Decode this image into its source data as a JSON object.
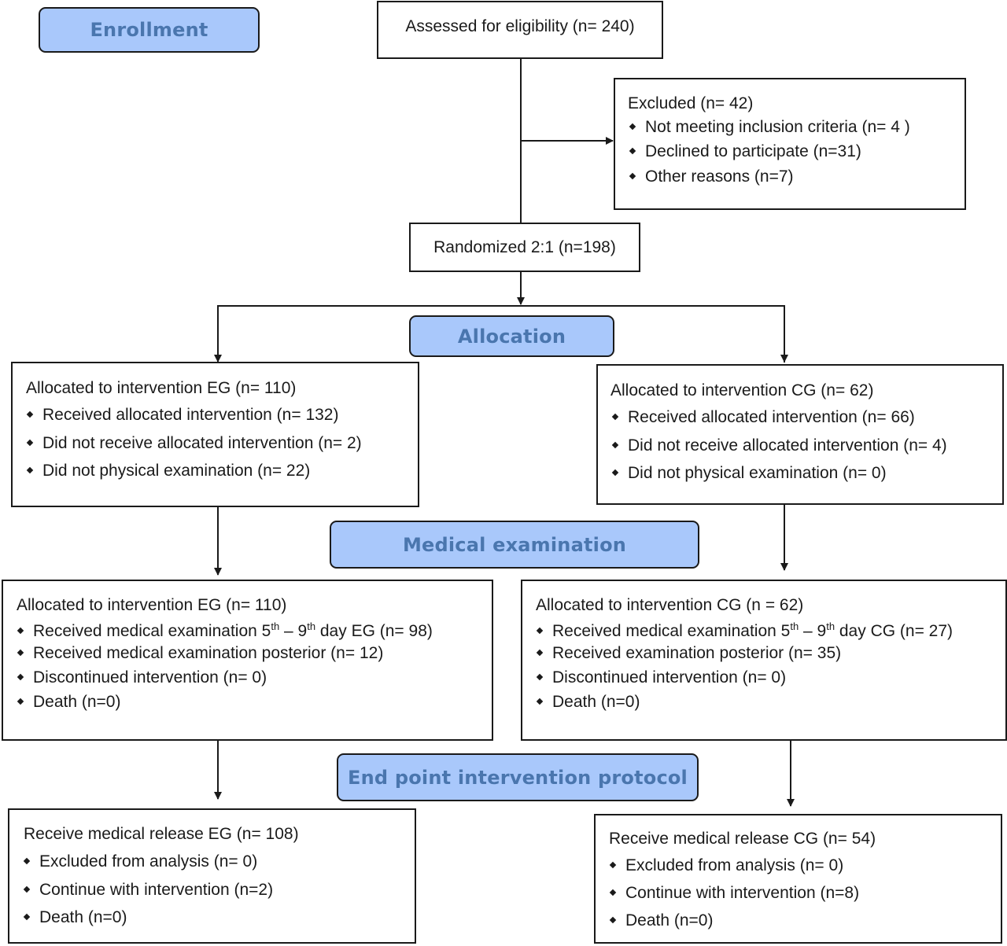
{
  "colors": {
    "stage_fill": "#a9c8fb",
    "stage_text": "#4a76ae",
    "line": "#1a1a1a"
  },
  "stages": {
    "enrollment": "Enrollment",
    "allocation": "Allocation",
    "medical_examination": "Medical examination",
    "end_point": "End point intervention protocol"
  },
  "assessed": "Assessed for eligibility (n= 240)",
  "excluded": {
    "title": "Excluded (n= 42)",
    "items": [
      "Not meeting inclusion criteria (n= 4 )",
      "Declined to participate (n=31)",
      "Other reasons (n=7)"
    ]
  },
  "randomized": "Randomized 2:1 (n=198)",
  "allocation_eg": {
    "title": "Allocated to intervention EG (n= 110)",
    "items": [
      "Received allocated intervention (n= 132)",
      "Did not receive allocated intervention (n= 2)",
      "Did not physical examination (n= 22)"
    ]
  },
  "allocation_cg": {
    "title": "Allocated to intervention CG (n= 62)",
    "items": [
      "Received allocated intervention (n= 66)",
      "Did not receive allocated intervention (n= 4)",
      "Did not physical examination (n= 0)"
    ]
  },
  "medical_eg": {
    "title": "Allocated to intervention EG (n= 110)",
    "item1": {
      "pre": "Received medical examination 5",
      "sup1": "th",
      "mid": " – 9",
      "sup2": "th",
      "post": " day EG (n= 98)"
    },
    "items": [
      "Received medical examination posterior (n= 12)",
      "Discontinued intervention (n= 0)",
      "Death (n=0)"
    ]
  },
  "medical_cg": {
    "title": "Allocated to intervention CG (n = 62)",
    "item1": {
      "pre": "Received medical examination 5",
      "sup1": "th",
      "mid": " – 9",
      "sup2": "th",
      "post": " day CG (n= 27)"
    },
    "items": [
      "Received examination posterior (n= 35)",
      "Discontinued intervention (n= 0)",
      "Death (n=0)"
    ]
  },
  "release_eg": {
    "title": "Receive medical release EG (n= 108)",
    "items": [
      "Excluded from analysis (n= 0)",
      "Continue with intervention (n=2)",
      "Death (n=0)"
    ]
  },
  "release_cg": {
    "title": "Receive medical release CG (n= 54)",
    "items": [
      "Excluded from analysis (n= 0)",
      "Continue with intervention (n=8)",
      "Death (n=0)"
    ]
  }
}
